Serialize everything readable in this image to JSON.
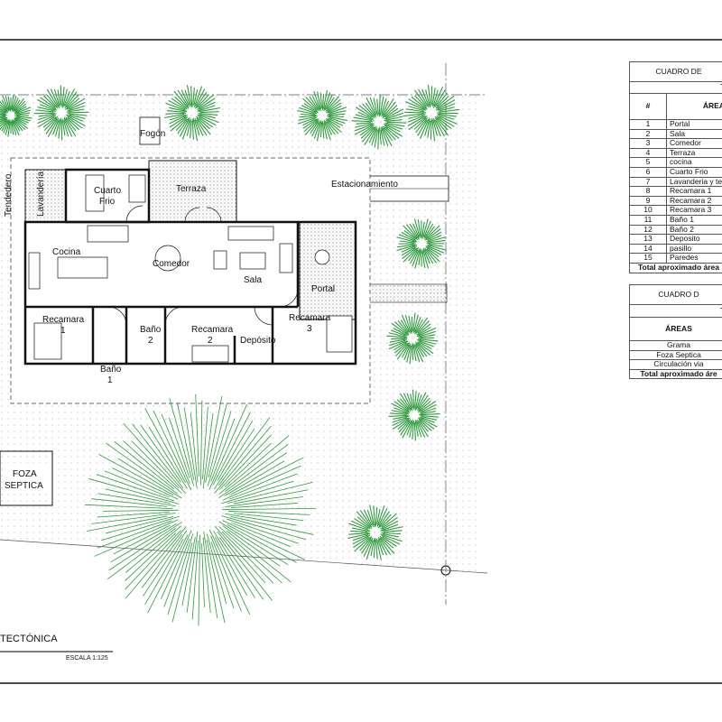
{
  "plan": {
    "rooms": {
      "fogon": "Fogón",
      "tendedero": "Tendedero",
      "lavanderia": "Lavandería",
      "cuarto_frio": [
        "Cuarto",
        "Frio"
      ],
      "terraza": "Terraza",
      "estacionamiento": "Estacionamiento",
      "cocina": "Cocina",
      "comedor": "Comedor",
      "sala": "Sala",
      "portal": "Portal",
      "recamara1": [
        "Recamara",
        "1"
      ],
      "bano1": [
        "Baño",
        "1"
      ],
      "bano2": [
        "Baño",
        "2"
      ],
      "recamara2": [
        "Recamara",
        "2"
      ],
      "deposito": "Depósito",
      "recamara3": [
        "Recamara",
        "3"
      ],
      "foza": [
        "FOZA",
        "SEPTICA"
      ]
    },
    "title": "TECTÓNICA",
    "scale": "ESCALA 1:125",
    "colors": {
      "tree": "#2e9a3c",
      "lines": "#111111",
      "hatch": "#9a9a9a"
    }
  },
  "table1": {
    "title": "CUADRO DE",
    "subtitle": "T",
    "col_num": "#",
    "col_area": "ÁREA",
    "rows": [
      {
        "n": "1",
        "area": "Portal"
      },
      {
        "n": "2",
        "area": "Sala"
      },
      {
        "n": "3",
        "area": "Comedor"
      },
      {
        "n": "4",
        "area": "Terraza"
      },
      {
        "n": "5",
        "area": "cocina"
      },
      {
        "n": "6",
        "area": "Cuarto Frio"
      },
      {
        "n": "7",
        "area": "Lavanderia y ter"
      },
      {
        "n": "8",
        "area": "Recamara 1"
      },
      {
        "n": "9",
        "area": "Recamara 2"
      },
      {
        "n": "10",
        "area": "Recamara 3"
      },
      {
        "n": "11",
        "area": "Baño 1"
      },
      {
        "n": "12",
        "area": "Baño 2"
      },
      {
        "n": "13",
        "area": "Deposito"
      },
      {
        "n": "14",
        "area": "pasillo"
      },
      {
        "n": "15",
        "area": "Paredes"
      }
    ],
    "total": "Total aproximado área"
  },
  "table2": {
    "title": "CUADRO D",
    "subtitle": "T",
    "col_area": "ÁREAS",
    "rows": [
      "Grama",
      "Foza Septica",
      "Circulación via"
    ],
    "total": "Total aproximado áre"
  }
}
